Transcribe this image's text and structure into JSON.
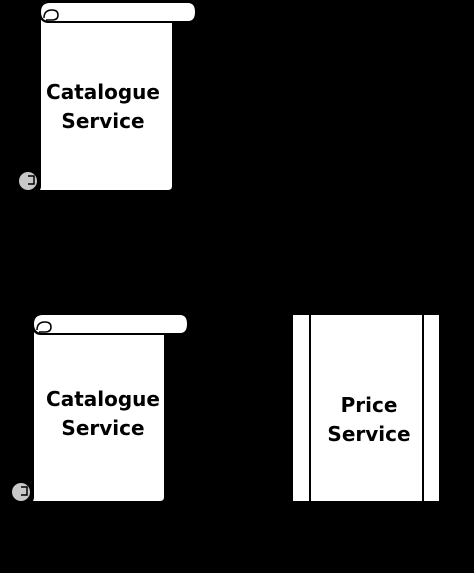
{
  "diagram": {
    "scroll_top": {
      "line1": "Catalogue",
      "line2": "Service"
    },
    "scroll_bottom": {
      "line1": "Catalogue",
      "line2": "Service"
    },
    "process_box": {
      "line1": "Price",
      "line2": "Service"
    }
  },
  "colors": {
    "background": "#000000",
    "shape_fill": "#ffffff",
    "curl_fill": "#c8c8c8",
    "stroke": "#000000"
  }
}
